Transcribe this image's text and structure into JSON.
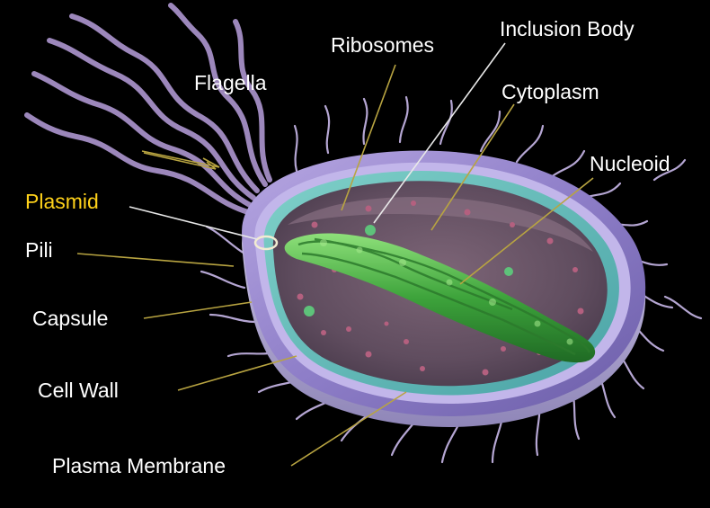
{
  "diagram": {
    "labels": {
      "flagella": "Flagella",
      "ribosomes": "Ribosomes",
      "inclusion_body": "Inclusion Body",
      "cytoplasm": "Cytoplasm",
      "nucleoid": "Nucleoid",
      "plasmid": "Plasmid",
      "pili": "Pili",
      "capsule": "Capsule",
      "cell_wall": "Cell Wall",
      "plasma_membrane": "Plasma Membrane"
    },
    "colors": {
      "background": "#000000",
      "label_text": "#ffffff",
      "highlight_label": "#ffd21a",
      "leader_line": "#b8a441",
      "capsule": "#8f7fc4",
      "cytoplasm": "#6d5a69",
      "nucleoid": "#3faa3c",
      "flagella": "#a58fc6"
    }
  }
}
